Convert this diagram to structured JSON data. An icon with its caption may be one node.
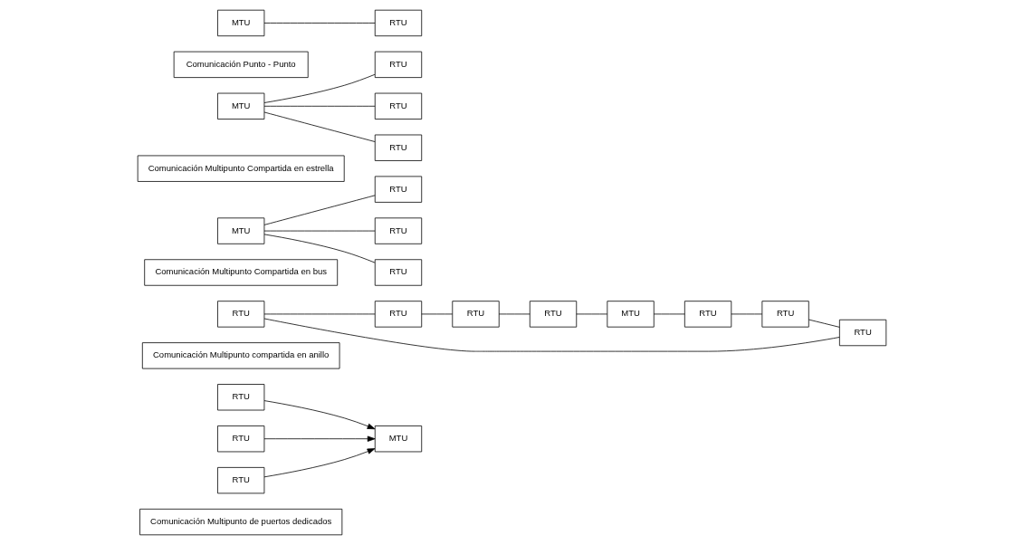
{
  "diagram": {
    "nodes": [
      {
        "text": [
          "Comunicación Multipunto de puertos dedicados"
        ]
      },
      {
        "text": [
          "MTU"
        ]
      },
      {
        "text": [
          "RTU"
        ]
      },
      {
        "text": [
          "RTU"
        ]
      },
      {
        "text": [
          "RTU"
        ]
      },
      {
        "text": [
          "Comunicación Multipunto compartida en anillo"
        ]
      },
      {
        "text": [
          "RTU"
        ]
      },
      {
        "text": [
          "RTU"
        ]
      },
      {
        "text": [
          "RTU"
        ]
      },
      {
        "text": [
          "RTU"
        ]
      },
      {
        "text": [
          "RTU"
        ]
      },
      {
        "text": [
          "RTU"
        ]
      },
      {
        "text": [
          "RTU"
        ]
      },
      {
        "text": [
          "MTU"
        ]
      },
      {
        "text": [
          "Comunicación Multipunto Compartida en bus"
        ]
      },
      {
        "text": [
          "MTU"
        ]
      },
      {
        "text": [
          "RTU"
        ]
      },
      {
        "text": [
          "RTU"
        ]
      },
      {
        "text": [
          "RTU"
        ]
      },
      {
        "text": [
          "Comunicación Multipunto Compartida en estrella"
        ]
      },
      {
        "text": [
          "MTU"
        ]
      },
      {
        "text": [
          "RTU"
        ]
      },
      {
        "text": [
          "RTU"
        ]
      },
      {
        "text": [
          "RTU"
        ]
      },
      {
        "text": [
          "Comunicación Punto - Punto"
        ]
      },
      {
        "text": [
          "MTU"
        ]
      },
      {
        "text": [
          "RTU"
        ]
      }
    ],
    "edges": [
      {
        "from": 2,
        "to": 1,
        "arrow": "to"
      },
      {
        "from": 3,
        "to": 1,
        "arrow": "to"
      },
      {
        "from": 4,
        "to": 1,
        "arrow": "to"
      },
      {
        "from": 6,
        "to": 8,
        "arrow": "none"
      },
      {
        "from": 8,
        "to": 10,
        "arrow": "none"
      },
      {
        "from": 10,
        "to": 12,
        "arrow": "none"
      },
      {
        "from": 12,
        "to": 13,
        "arrow": "none"
      },
      {
        "from": 13,
        "to": 11,
        "arrow": "none"
      },
      {
        "from": 11,
        "to": 9,
        "arrow": "none"
      },
      {
        "from": 9,
        "to": 7,
        "arrow": "none"
      },
      {
        "from": 7,
        "to": 6,
        "arrow": "none"
      },
      {
        "from": 15,
        "to": 16,
        "arrow": "none"
      },
      {
        "from": 15,
        "to": 17,
        "arrow": "none"
      },
      {
        "from": 15,
        "to": 18,
        "arrow": "none"
      },
      {
        "from": 20,
        "to": 21,
        "arrow": "none"
      },
      {
        "from": 20,
        "to": 22,
        "arrow": "none"
      },
      {
        "from": 20,
        "to": 23,
        "arrow": "none"
      },
      {
        "from": 25,
        "to": 26,
        "arrow": "none"
      }
    ]
  }
}
